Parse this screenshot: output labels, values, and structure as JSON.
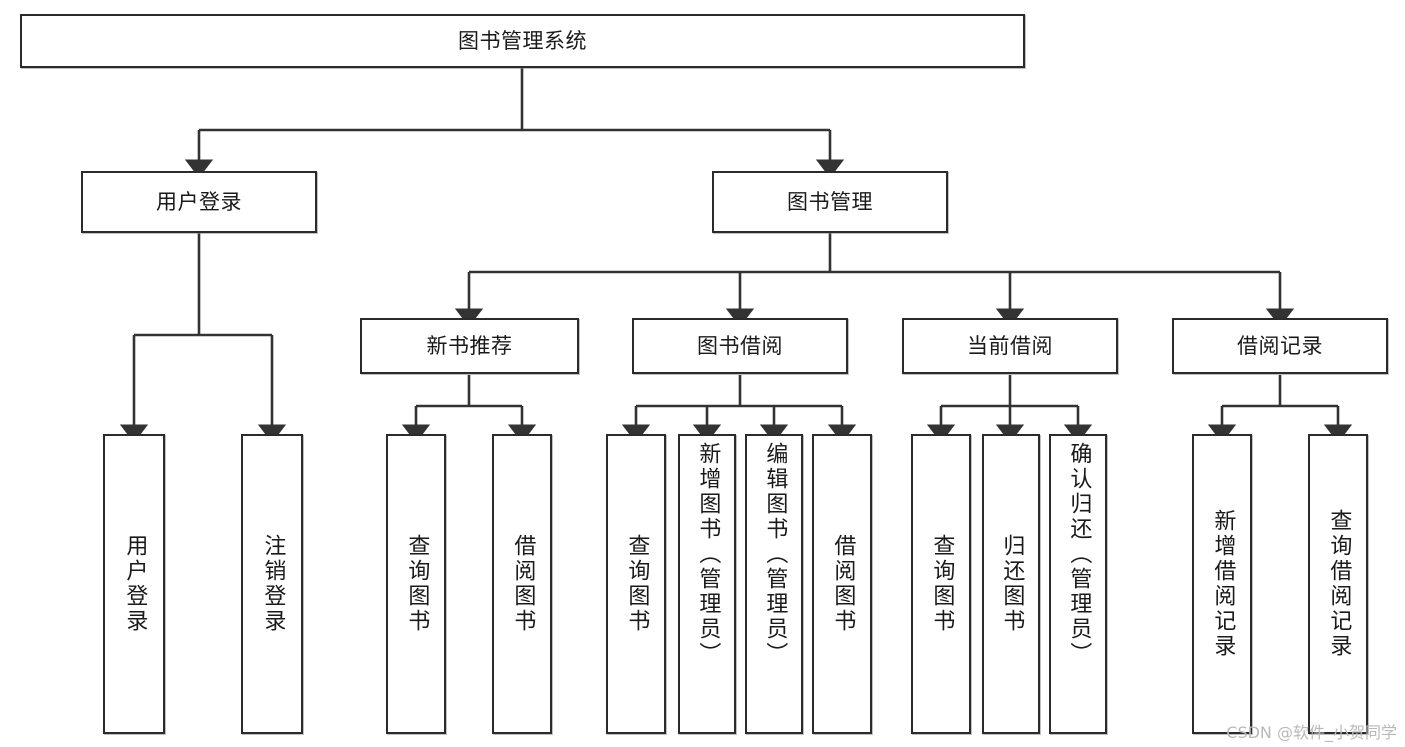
{
  "diagram": {
    "title": "图书管理系统",
    "type": "tree",
    "watermark": "CSDN @软件_小贺同学",
    "style": {
      "box_fill": "#ffffff",
      "box_stroke": "#2b2b2b",
      "edge_color": "#333333",
      "text_color": "#1a1a1a",
      "watermark_color": "#b9b9b9",
      "background": "#ffffff"
    },
    "levels": [
      {
        "level": 1,
        "nodes": [
          {
            "id": "root",
            "label": "图书管理系统",
            "orientation": "horizontal"
          }
        ]
      },
      {
        "level": 2,
        "nodes": [
          {
            "id": "login",
            "label": "用户登录",
            "orientation": "horizontal",
            "parent": "root"
          },
          {
            "id": "bookmgmt",
            "label": "图书管理",
            "orientation": "horizontal",
            "parent": "root"
          }
        ]
      },
      {
        "level": 3,
        "nodes": [
          {
            "id": "newbook",
            "label": "新书推荐",
            "orientation": "horizontal",
            "parent": "bookmgmt"
          },
          {
            "id": "borrow",
            "label": "图书借阅",
            "orientation": "horizontal",
            "parent": "bookmgmt"
          },
          {
            "id": "current",
            "label": "当前借阅",
            "orientation": "horizontal",
            "parent": "bookmgmt"
          },
          {
            "id": "record",
            "label": "借阅记录",
            "orientation": "horizontal",
            "parent": "bookmgmt"
          }
        ]
      },
      {
        "level": 4,
        "nodes": [
          {
            "id": "leaf-1",
            "label": "用户登录",
            "orientation": "vertical",
            "parent": "login"
          },
          {
            "id": "leaf-2",
            "label": "注销登录",
            "orientation": "vertical",
            "parent": "login"
          },
          {
            "id": "leaf-3",
            "label": "查询图书",
            "orientation": "vertical",
            "parent": "newbook"
          },
          {
            "id": "leaf-4",
            "label": "借阅图书",
            "orientation": "vertical",
            "parent": "newbook"
          },
          {
            "id": "leaf-5",
            "label": "查询图书",
            "orientation": "vertical",
            "parent": "borrow"
          },
          {
            "id": "leaf-6",
            "label": "新增图书（管理员）",
            "orientation": "vertical",
            "parent": "borrow"
          },
          {
            "id": "leaf-7",
            "label": "编辑图书（管理员）",
            "orientation": "vertical",
            "parent": "borrow"
          },
          {
            "id": "leaf-8",
            "label": "借阅图书",
            "orientation": "vertical",
            "parent": "borrow"
          },
          {
            "id": "leaf-9",
            "label": "查询图书",
            "orientation": "vertical",
            "parent": "current"
          },
          {
            "id": "leaf-10",
            "label": "归还图书",
            "orientation": "vertical",
            "parent": "current"
          },
          {
            "id": "leaf-11",
            "label": "确认归还（管理员）",
            "orientation": "vertical",
            "parent": "current"
          },
          {
            "id": "leaf-12",
            "label": "新增借阅记录",
            "orientation": "vertical",
            "parent": "record"
          },
          {
            "id": "leaf-13",
            "label": "查询借阅记录",
            "orientation": "vertical",
            "parent": "record"
          }
        ]
      }
    ]
  }
}
